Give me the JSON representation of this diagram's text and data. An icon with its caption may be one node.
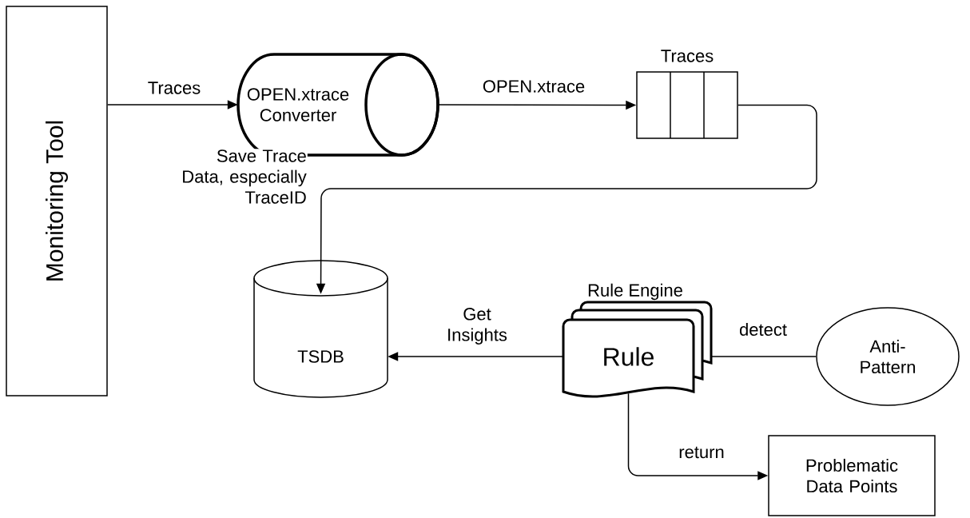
{
  "diagram": {
    "nodes": [
      {
        "text": [
          "Monitoring Tool"
        ]
      },
      {
        "text": [
          "OPEN.xtrace Converter"
        ]
      },
      {
        "text": [
          "Traces"
        ]
      },
      {
        "text": [
          "TSDB"
        ]
      },
      {
        "text": [
          "Rule Engine",
          "Rule"
        ]
      },
      {
        "text": [
          "Anti-Pattern"
        ]
      },
      {
        "text": [
          "Problematic Data Points"
        ]
      }
    ],
    "edges": [
      {
        "from": 0,
        "to": 1,
        "arrow": "to",
        "label": "Traces"
      },
      {
        "from": 1,
        "to": 2,
        "arrow": "to",
        "label": "OPEN.xtrace"
      },
      {
        "from": 2,
        "to": 3,
        "arrow": "to",
        "label": "Save Trace Data, especially TraceID"
      },
      {
        "from": 4,
        "to": 3,
        "arrow": "to",
        "label": "Get Insights"
      },
      {
        "from": 4,
        "to": 5,
        "arrow": "none",
        "label": "detect"
      },
      {
        "from": 4,
        "to": 6,
        "arrow": "to",
        "label": "return"
      }
    ]
  }
}
